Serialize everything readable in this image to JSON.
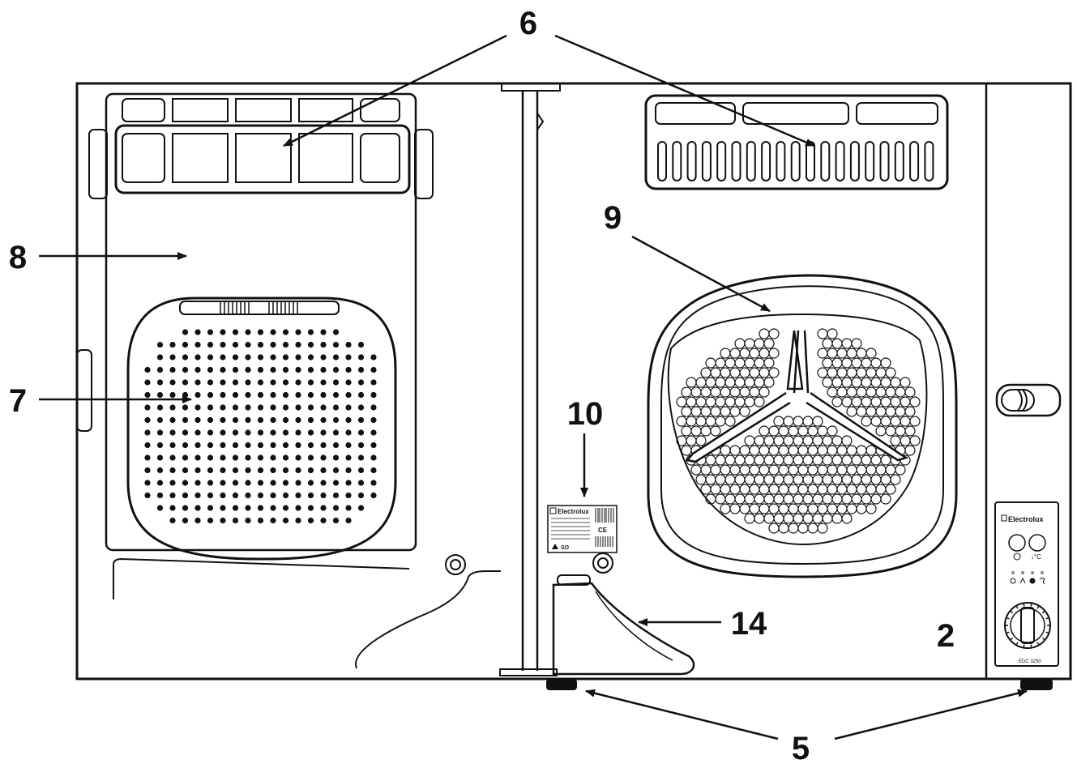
{
  "callouts": [
    {
      "id": "6",
      "label": "6"
    },
    {
      "id": "8",
      "label": "8"
    },
    {
      "id": "7",
      "label": "7"
    },
    {
      "id": "9",
      "label": "9"
    },
    {
      "id": "10",
      "label": "10"
    },
    {
      "id": "14",
      "label": "14"
    },
    {
      "id": "2",
      "label": "2"
    },
    {
      "id": "5",
      "label": "5"
    }
  ],
  "rating_plate": {
    "brand": "Electrolux",
    "mark": "CE"
  },
  "control_panel": {
    "brand": "Electrolux",
    "temp_symbol": "↓°C",
    "model": "EDC 3250"
  }
}
